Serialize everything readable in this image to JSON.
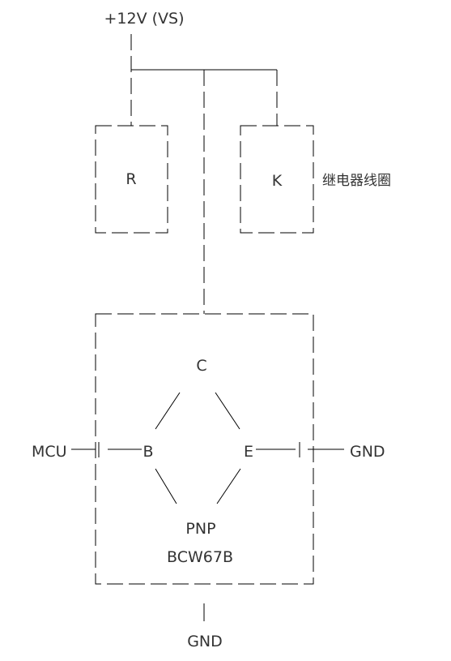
{
  "supply": {
    "label": "+12V (VS)"
  },
  "resistor": {
    "label": "R"
  },
  "relay": {
    "label": "K",
    "note": "继电器线圈"
  },
  "transistor": {
    "collector": "C",
    "base": "B",
    "emitter": "E",
    "type": "PNP",
    "part": "BCW67B"
  },
  "ports": {
    "input": "MCU",
    "emitter_gnd": "GND",
    "bottom_gnd": "GND"
  },
  "colors": {
    "line": "#000000",
    "text": "#333333"
  }
}
